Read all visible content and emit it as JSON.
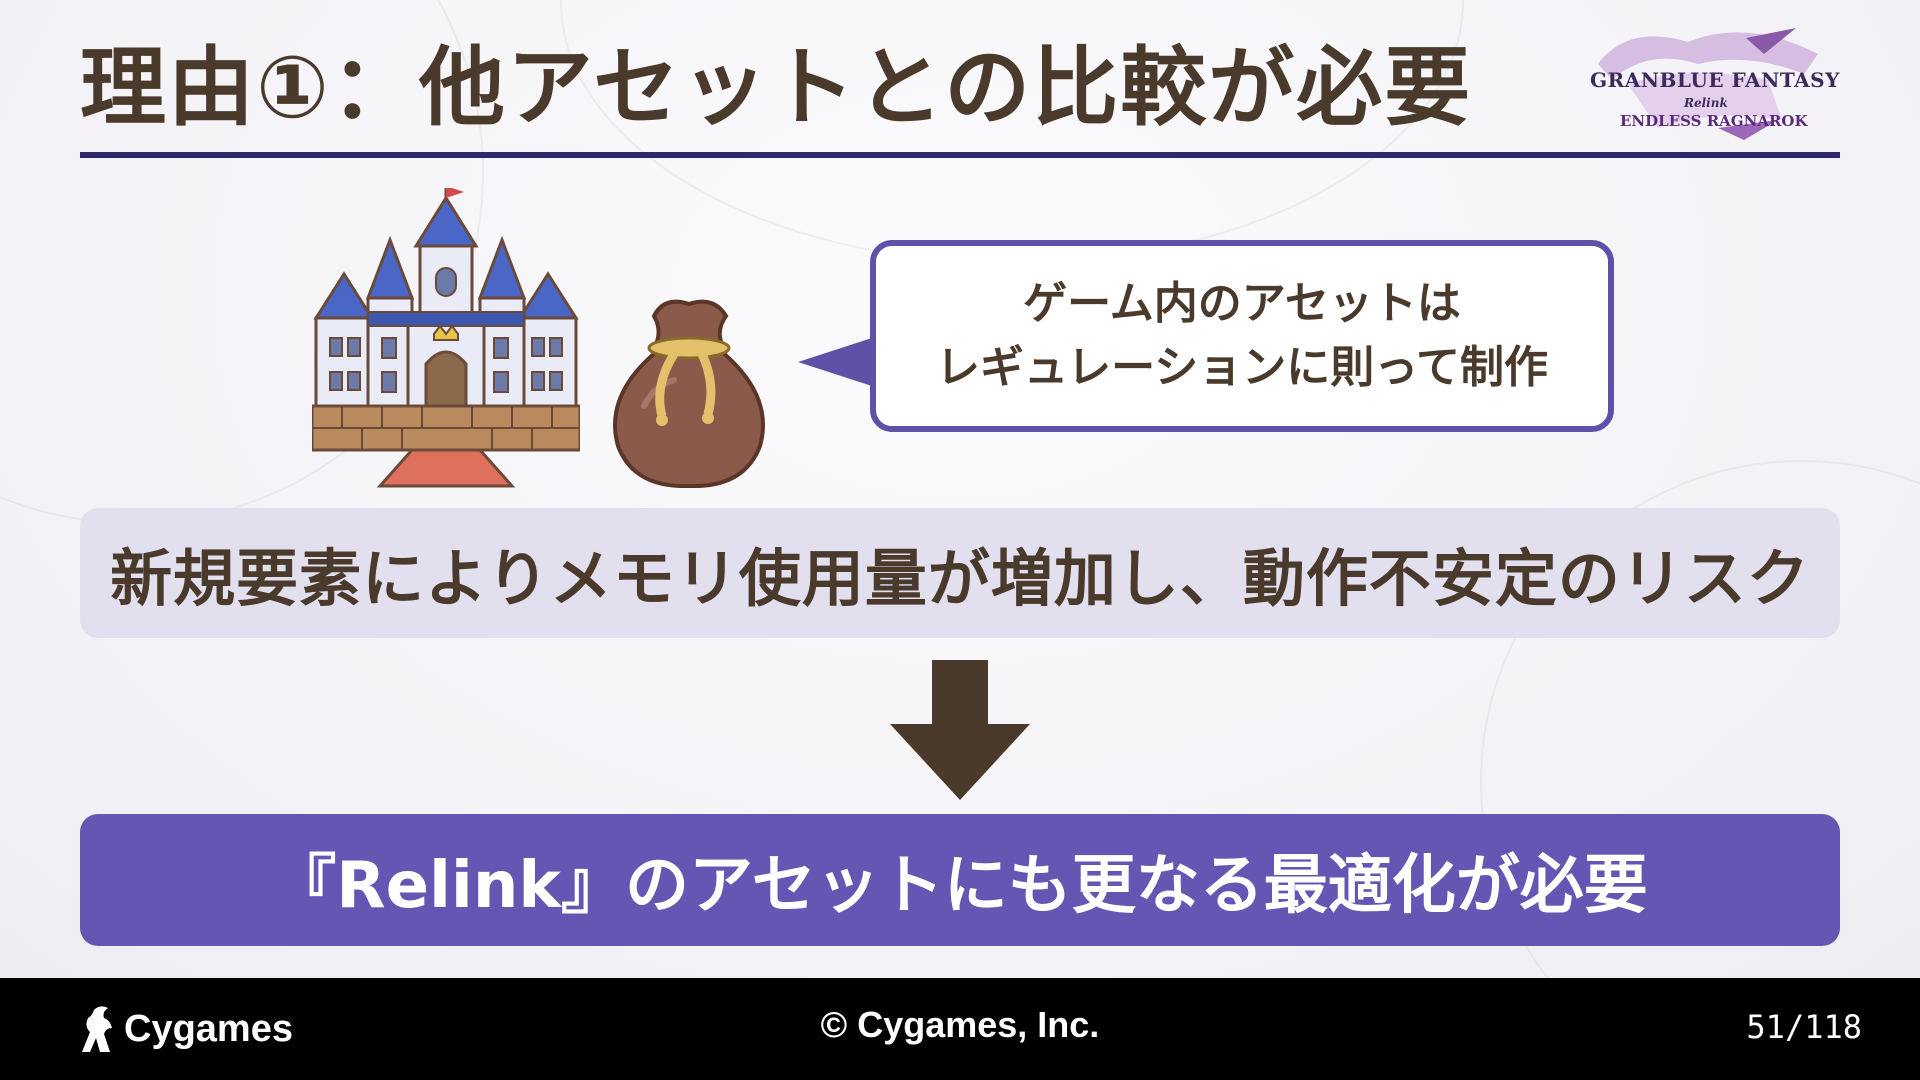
{
  "slide": {
    "title": "理由①：他アセットとの比較が必要",
    "logo": {
      "main": "GRANBLUE FANTASY",
      "sub": "Relink",
      "end": "ENDLESS RAGNAROK"
    },
    "bubble": {
      "line1": "ゲーム内のアセットは",
      "line2": "レギュレーションに則って制作"
    },
    "risk": "新規要素によりメモリ使用量が増加し、動作不安定のリスク",
    "result": "『Relink』のアセットにも更なる最適化が必要",
    "icons": [
      "castle-icon",
      "money-bag-icon",
      "down-arrow-icon"
    ]
  },
  "footer": {
    "brand": "Cygames",
    "copyright": "© Cygames, Inc.",
    "page": "51/118"
  },
  "colors": {
    "title_text": "#4a3a2c",
    "rule": "#2e2a6a",
    "bubble_border": "#5d52a8",
    "risk_bg": "#e2e0ef",
    "result_bg": "#6457b4",
    "arrow": "#4a3a2c"
  }
}
